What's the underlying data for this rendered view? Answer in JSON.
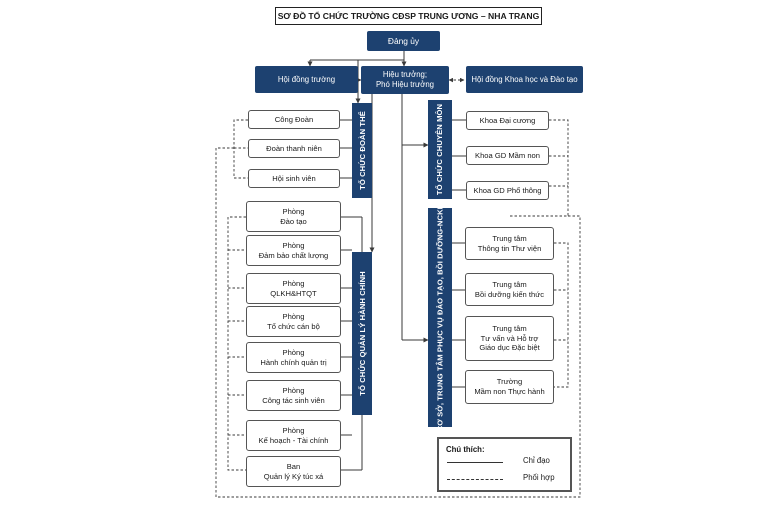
{
  "title": "SƠ ĐỒ TỔ CHỨC TRƯỜNG CĐSP TRUNG ƯƠNG – NHA TRANG",
  "top": {
    "dang_uy": "Đảng ủy",
    "hoi_dong_truong": "Hội đồng trường",
    "hieu_truong": [
      "Hiệu trưởng;",
      "Phó Hiệu trưởng"
    ],
    "hoi_dong_khoa_hoc": "Hội đồng Khoa học và Đào tạo"
  },
  "groups": {
    "doan_the": "TỔ CHỨC ĐOÀN THỂ",
    "chuyen_mon": "TỔ CHỨC CHUYÊN MÔN",
    "hanh_chinh": "TỔ CHỨC QUẢN LÝ HÀNH CHÍNH",
    "trung_tam": "CƠ SỞ, TRUNG TÂM PHỤC VỤ ĐÀO TẠO, BỒI DƯỠNG-NCKH"
  },
  "doan_the_items": [
    [
      "Công Đoàn"
    ],
    [
      "Đoàn thanh niên"
    ],
    [
      "Hội sinh viên"
    ]
  ],
  "chuyen_mon_items": [
    [
      "Khoa Đại cương"
    ],
    [
      "Khoa GD Mầm  non"
    ],
    [
      "Khoa GD Phổ thông"
    ]
  ],
  "hanh_chinh_items": [
    [
      "Phòng",
      "Đào tạo"
    ],
    [
      "Phòng",
      "Đảm bảo chất lượng"
    ],
    [
      "Phòng",
      "QLKH&HTQT"
    ],
    [
      "Phòng",
      "Tổ chức cán bộ"
    ],
    [
      "Phòng",
      "Hành chính quản trị"
    ],
    [
      "Phòng",
      "Công tác sinh viên"
    ],
    [
      "Phòng",
      "Kế hoạch - Tài chính"
    ],
    [
      "Ban",
      "Quản lý Ký túc xá"
    ]
  ],
  "trung_tam_items": [
    [
      "Trung tâm",
      "Thông tin Thư viện"
    ],
    [
      "Trung tâm",
      "Bồi dưỡng kiến thức"
    ],
    [
      "Trung tâm",
      "Tư vấn và Hỗ trợ",
      "Giáo dục Đặc biệt"
    ],
    [
      "Trường",
      "Mầm non Thực hành"
    ]
  ],
  "legend": {
    "title": "Chú thích:",
    "solid": "Chỉ đạo",
    "dashed": "Phối hợp"
  },
  "colors": {
    "navy": "#1d4170",
    "line": "#3a3a3a",
    "border": "#555555"
  }
}
